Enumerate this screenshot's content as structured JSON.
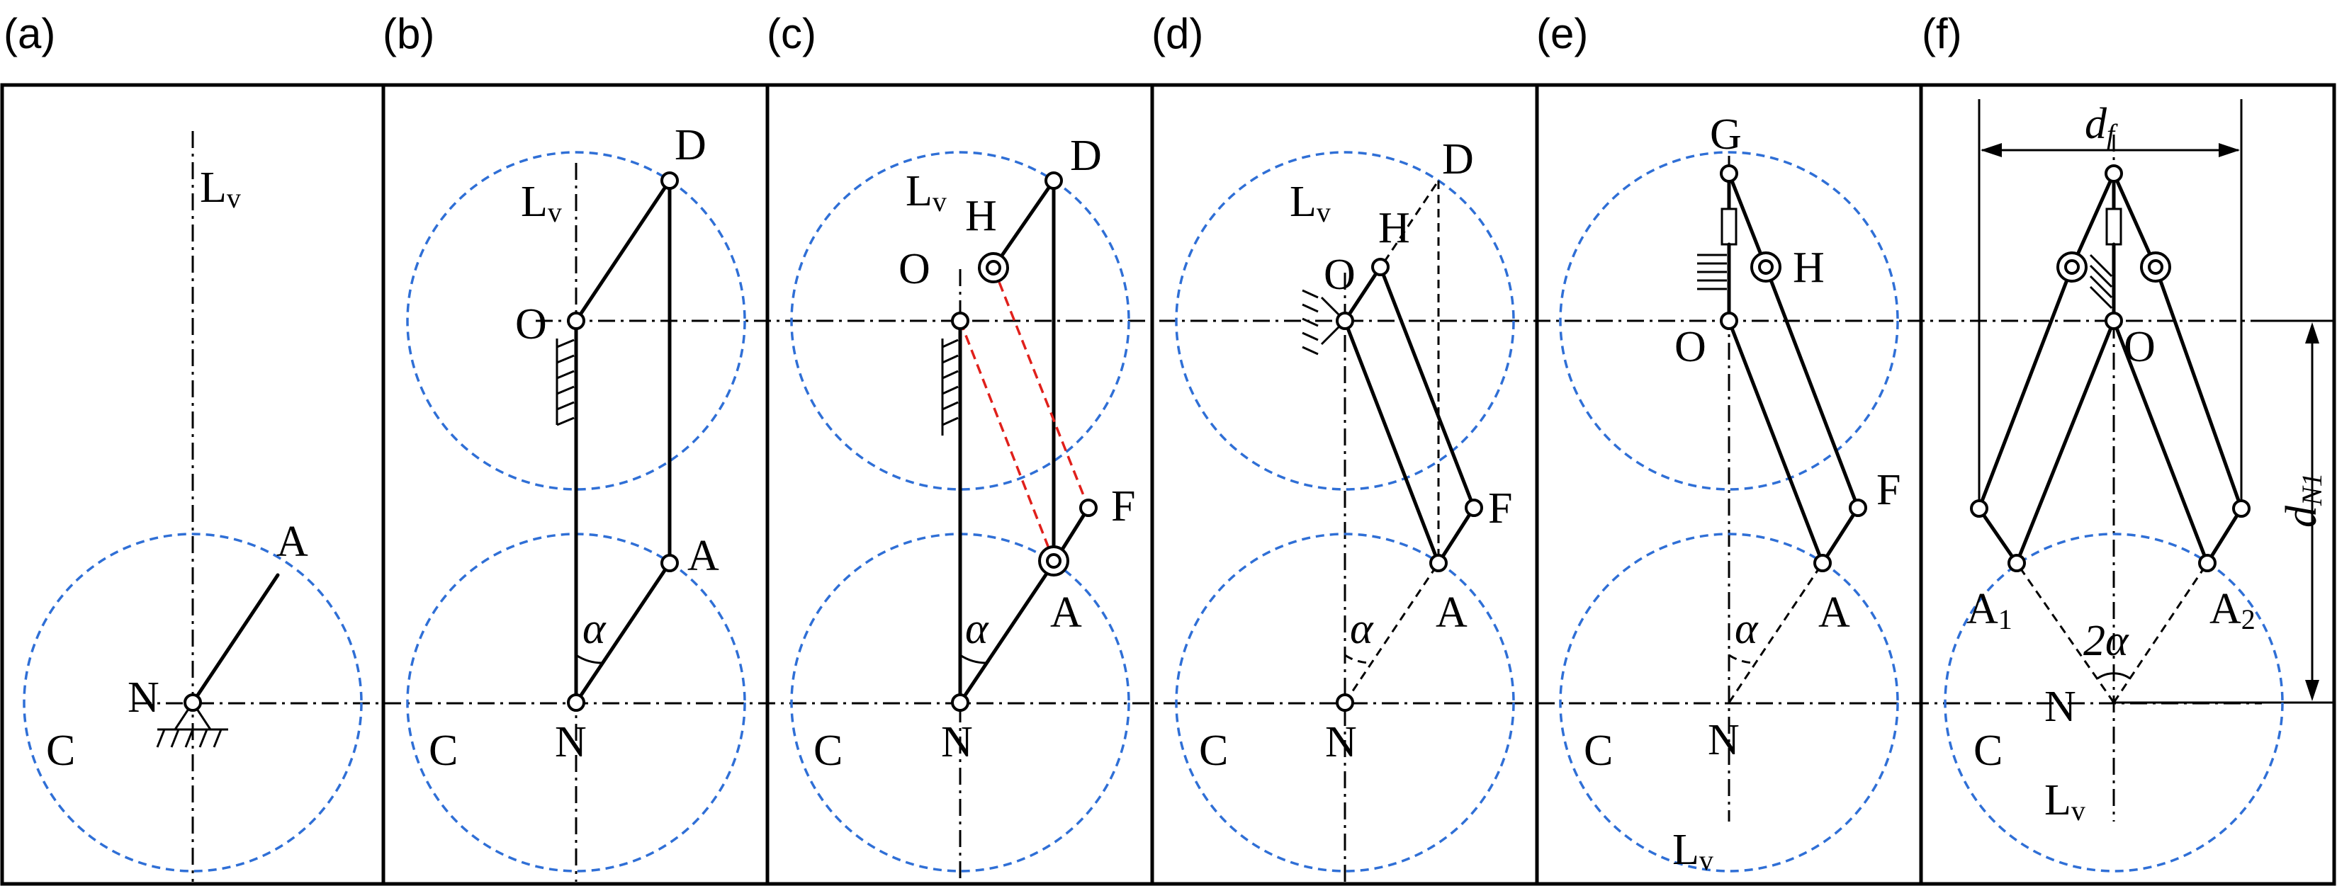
{
  "panels": [
    {
      "id": "a",
      "label": "(a)"
    },
    {
      "id": "b",
      "label": "(b)"
    },
    {
      "id": "c",
      "label": "(c)"
    },
    {
      "id": "d",
      "label": "(d)"
    },
    {
      "id": "e",
      "label": "(e)"
    },
    {
      "id": "f",
      "label": "(f)"
    }
  ],
  "labels": {
    "C": "C",
    "N": "N",
    "A": "A",
    "O": "O",
    "D": "D",
    "H": "H",
    "F": "F",
    "G": "G",
    "L": "L",
    "v": "v",
    "alpha": "α",
    "two_alpha": "2α",
    "A1_main": "A",
    "A1_sub": "1",
    "A2_main": "A",
    "A2_sub": "2",
    "df_main": "d",
    "df_sub": "f",
    "dn1_main": "d",
    "dn1_sub": "N1"
  },
  "colors": {
    "circle": "#2f6fd6",
    "red_dashed": "#e0201b",
    "line": "#000000"
  }
}
